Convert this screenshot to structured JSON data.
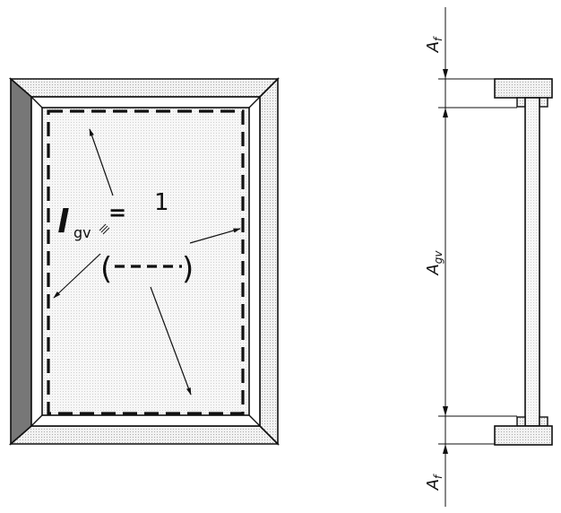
{
  "left_view": {
    "symbol_l": "l",
    "symbol_l_sub": "gv",
    "equals": "=",
    "value": "1",
    "bracket_open": "(",
    "bracket_close": ")"
  },
  "right_view": {
    "af_top": "A",
    "af_top_sub": "f",
    "agv": "A",
    "agv_sub": "gv",
    "af_bottom": "A",
    "af_bottom_sub": "f"
  }
}
